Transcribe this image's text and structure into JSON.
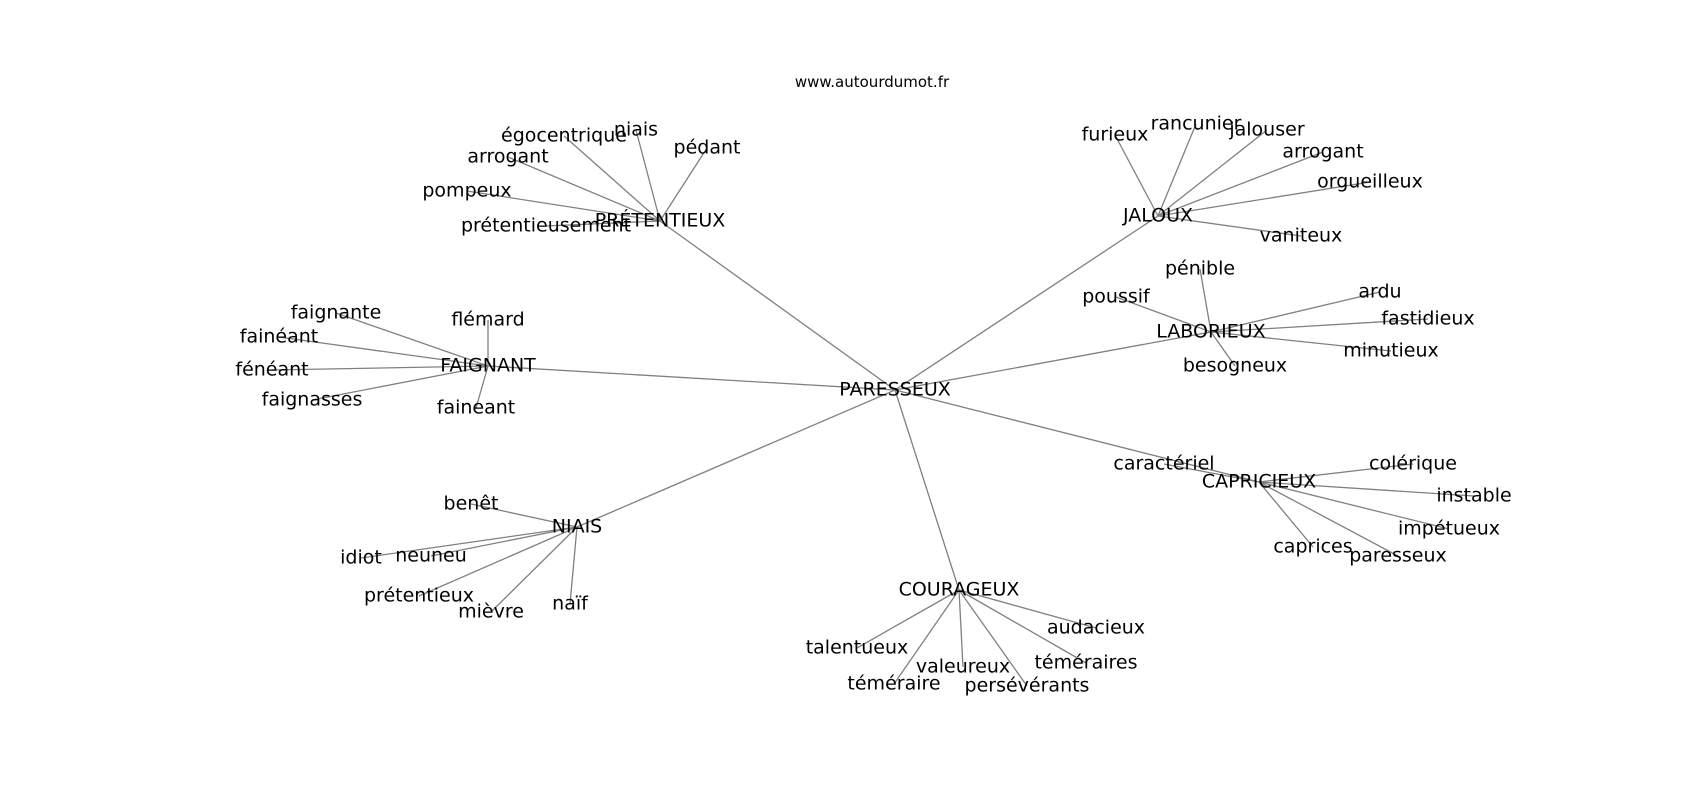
{
  "source": "www.autourdumot.fr",
  "graph": {
    "center": "PARESSEUX",
    "hubs": [
      {
        "id": "pretentieux",
        "label": "PRÉTENTIEUX",
        "leaves": [
          "égocentrique",
          "niais",
          "pédant",
          "arrogant",
          "pompeux",
          "prétentieusement"
        ]
      },
      {
        "id": "jaloux",
        "label": "JALOUX",
        "leaves": [
          "furieux",
          "rancunier",
          "jalouser",
          "arrogant",
          "orgueilleux",
          "vaniteux"
        ]
      },
      {
        "id": "laborieux",
        "label": "LABORIEUX",
        "leaves": [
          "pénible",
          "poussif",
          "ardu",
          "fastidieux",
          "minutieux",
          "besogneux"
        ]
      },
      {
        "id": "faignant",
        "label": "FAIGNANT",
        "leaves": [
          "faignante",
          "flémard",
          "fainéant",
          "fénéant",
          "faignasses",
          "faineant"
        ]
      },
      {
        "id": "capricieux",
        "label": "CAPRICIEUX",
        "leaves": [
          "caractériel",
          "colérique",
          "instable",
          "impétueux",
          "caprices",
          "paresseux"
        ]
      },
      {
        "id": "niais",
        "label": "NIAIS",
        "leaves": [
          "benêt",
          "idiot",
          "neuneu",
          "prétentieux",
          "mièvre",
          "naïf"
        ]
      },
      {
        "id": "courageux",
        "label": "COURAGEUX",
        "leaves": [
          "audacieux",
          "talentueux",
          "téméraires",
          "valeureux",
          "téméraire",
          "persévérants"
        ]
      }
    ]
  }
}
